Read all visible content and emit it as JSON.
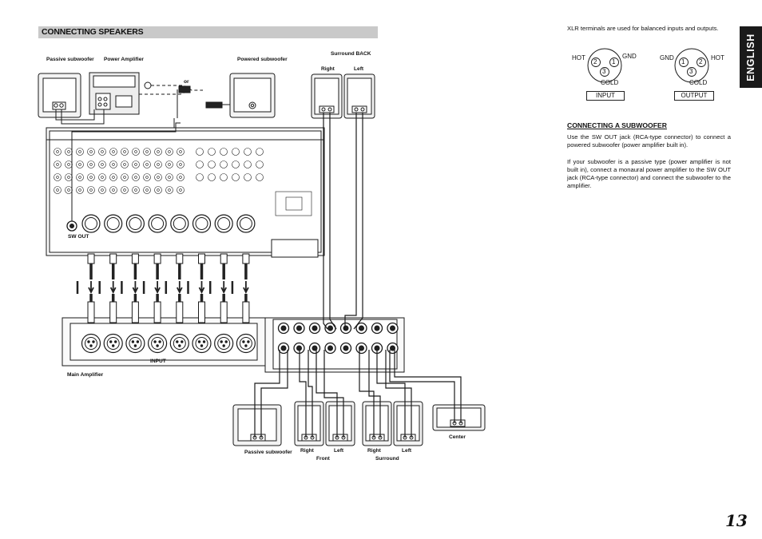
{
  "section": {
    "title": "CONNECTING SPEAKERS"
  },
  "language_tab": "ENGLISH",
  "xlr": {
    "note": "XLR terminals are used for balanced inputs and outputs.",
    "input": {
      "hot": "HOT",
      "gnd": "GND",
      "cold": "COLD",
      "pin_2": "2",
      "pin_1": "1",
      "pin_3": "3",
      "caption": "INPUT"
    },
    "output": {
      "gnd": "GND",
      "hot": "HOT",
      "cold": "COLD",
      "pin_1": "1",
      "pin_2": "2",
      "pin_3": "3",
      "caption": "OUTPUT"
    }
  },
  "subwoofer_section": {
    "heading": "CONNECTING A SUBWOOFER",
    "paragraph_1": "Use the SW OUT jack (RCA-type connector) to connect a powered subwoofer (power amplifier built in).",
    "paragraph_2": "If your subwoofer is a passive type (power amplifier is not built in), connect a monaural power amplifier to the SW OUT jack (RCA-type connector) and connect the subwoofer to the amplifier."
  },
  "diagram": {
    "passive_subwoofer_top": "Passive subwoofer",
    "power_amplifier": "Power Amplifier",
    "or": "or",
    "powered_subwoofer": "Powered subwoofer",
    "surround_back": "Surround BACK",
    "surround_back_right": "Right",
    "surround_back_left": "Left",
    "main_amp_input": "INPUT",
    "main_amplifier": "Main Amplifier",
    "passive_subwoofer_bottom": "Passive subwoofer",
    "front_right": "Right",
    "front_left": "Left",
    "front": "Front",
    "surround_right": "Right",
    "surround_left": "Left",
    "surround": "Surround",
    "center": "Center",
    "receiver_sw_out": "SW OUT"
  },
  "page_number": "13",
  "colors": {
    "section_bar": "#c9c9c9",
    "language_tab": "#1a1a1a",
    "line": "#1a1a1a",
    "cable_fill": "#ffffff"
  }
}
